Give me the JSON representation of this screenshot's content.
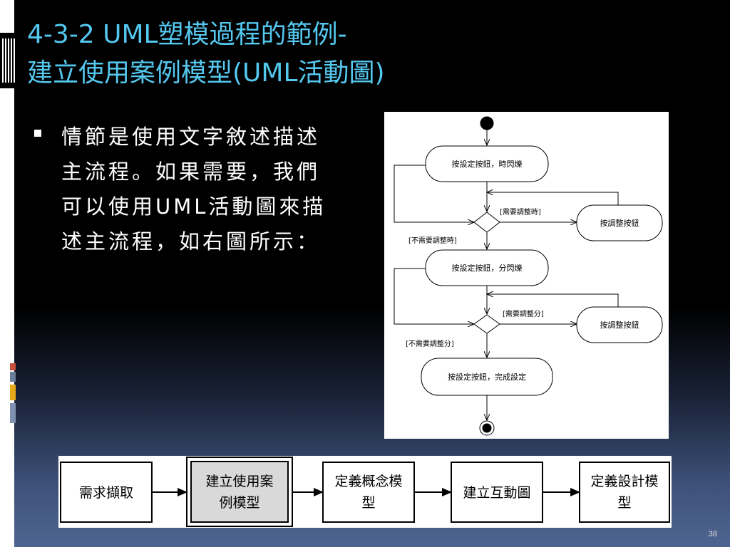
{
  "slide": {
    "title_line1": "4-3-2 UML塑模過程的範例-",
    "title_line2": "建立使用案例模型(UML活動圖)",
    "bullet": "情節是使用文字敘述描述主流程。如果需要，我們可以使用UML活動圖來描述主流程，如右圖所示：",
    "page_number": "38"
  },
  "activity_diagram": {
    "actions": [
      "按設定按鈕，時閃爍",
      "按調整按鈕",
      "按設定按鈕，分閃爍",
      "按調整按鈕",
      "按設定按鈕，完成設定"
    ],
    "guards": [
      "[需要調整時]",
      "[不需要調整時]",
      "[需要調整分]",
      "[不需要調整分]"
    ]
  },
  "process_flow": {
    "steps": [
      "需求擷取",
      "建立使用案\n例模型",
      "定義概念模\n型",
      "建立互動圖",
      "定義設計模\n型"
    ],
    "highlighted_step": "建立使用案\n例模型"
  }
}
